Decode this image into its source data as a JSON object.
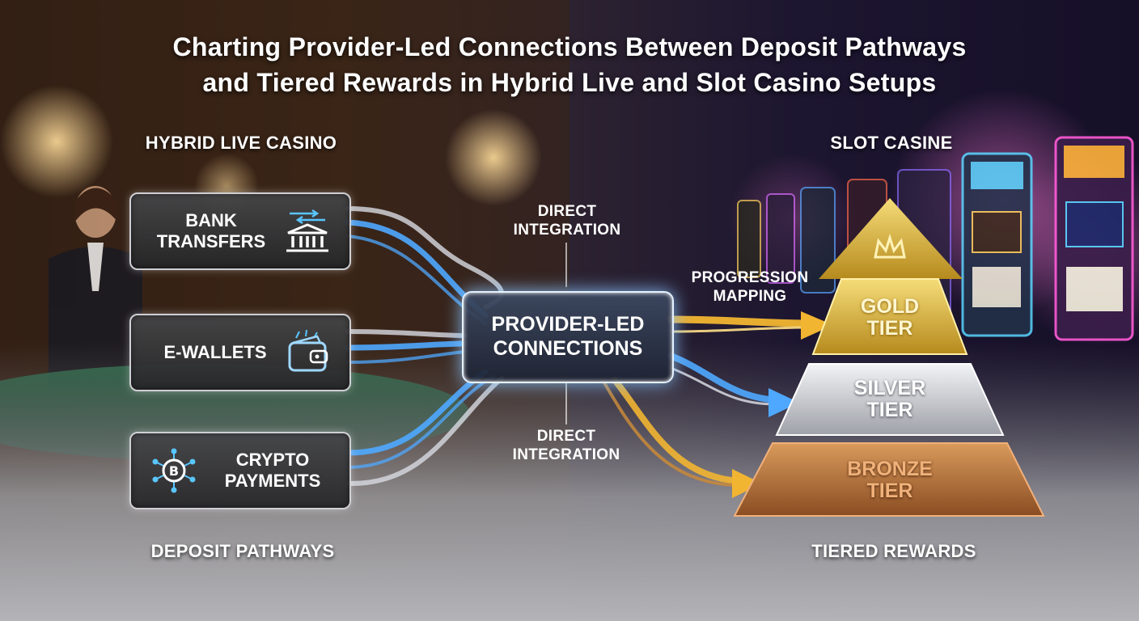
{
  "title": {
    "line1": "Charting Provider-Led Connections Between Deposit Pathways",
    "line2": "and Tiered Rewards in Hybrid Live and Slot Casino Setups"
  },
  "left_section": {
    "header": "HYBRID LIVE CASINO",
    "footer": "DEPOSIT PATHWAYS",
    "cards": [
      {
        "line1": "BANK",
        "line2": "TRANSFERS",
        "icon": "bank-icon"
      },
      {
        "line1": "E-WALLETS",
        "line2": "",
        "icon": "wallet-icon"
      },
      {
        "line1": "CRYPTO",
        "line2": "PAYMENTS",
        "icon": "crypto-icon"
      }
    ]
  },
  "hub": {
    "line1": "PROVIDER-LED",
    "line2": "CONNECTIONS"
  },
  "connectors": {
    "top": {
      "line1": "DIRECT",
      "line2": "INTEGRATION"
    },
    "bottom": {
      "line1": "DIRECT",
      "line2": "INTEGRATION"
    },
    "right": {
      "line1": "PROGRESSION",
      "line2": "MAPPING"
    }
  },
  "right_section": {
    "header": "SLOT CASINE",
    "footer": "TIERED REWARDS",
    "tiers": [
      {
        "line1": "GOLD",
        "line2": "TIER",
        "color": "#d9b43a"
      },
      {
        "line1": "SILVER",
        "line2": "TIER",
        "color": "#c9cbd1"
      },
      {
        "line1": "BRONZE",
        "line2": "TIER",
        "color": "#b56f3c"
      }
    ]
  },
  "colors": {
    "blue_flow": "#4fa8ff",
    "gold_flow": "#f2b531",
    "silver_flow": "#d8dbe2"
  }
}
